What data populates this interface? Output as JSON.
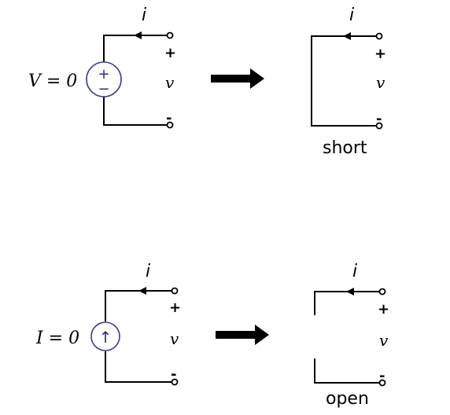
{
  "top": {
    "source_label": "V = 0",
    "source_sign_plus": "+",
    "source_sign_minus": "−",
    "current_label": "i",
    "voltage_label": "v",
    "terminal_plus": "+",
    "terminal_minus": "-",
    "result_current_label": "i",
    "result_voltage_label": "v",
    "result_terminal_plus": "+",
    "result_terminal_minus": "-",
    "result_caption": "short"
  },
  "bottom": {
    "source_label": "I = 0",
    "source_arrow": "↑",
    "current_label": "i",
    "voltage_label": "v",
    "terminal_plus": "+",
    "terminal_minus": "-",
    "result_current_label": "i",
    "result_voltage_label": "v",
    "result_terminal_plus": "+",
    "result_terminal_minus": "-",
    "result_caption": "open"
  },
  "icons": {
    "source_color": "#3a3a9a",
    "wire_color": "#000000"
  }
}
